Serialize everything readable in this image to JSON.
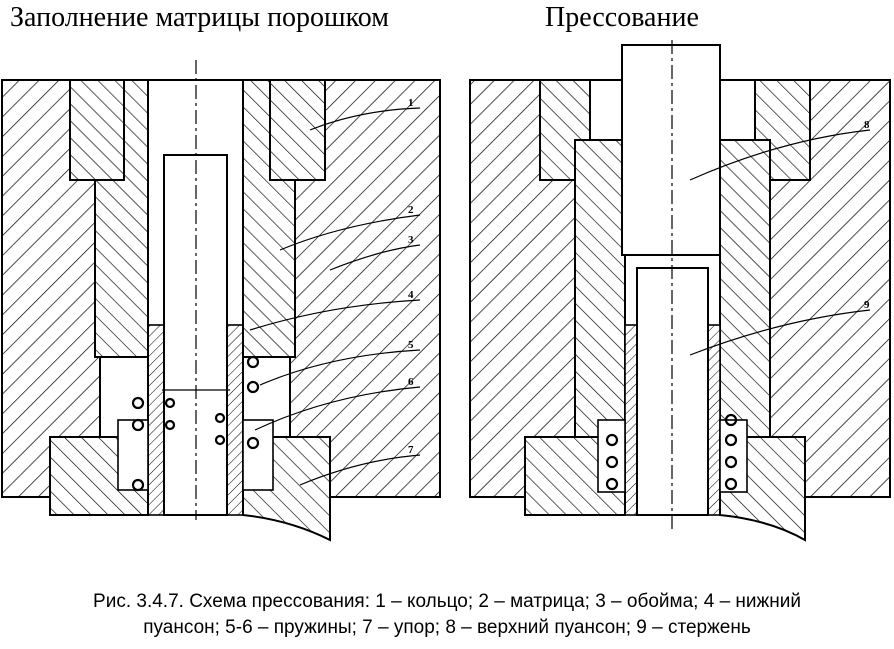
{
  "titles": {
    "left": "Заполнение матрицы порошком",
    "right": "Прессование"
  },
  "callouts": [
    "1",
    "2",
    "3",
    "4",
    "5",
    "6",
    "7",
    "8",
    "9"
  ],
  "caption": {
    "line1": "Рис. 3.4.7. Схема прессования: 1 – кольцо; 2 – матрица; 3 – обойма; 4 – нижний",
    "line2": "пуансон; 5-6 – пружины; 7 – упор; 8 – верхний пуансон; 9 – стержень"
  }
}
